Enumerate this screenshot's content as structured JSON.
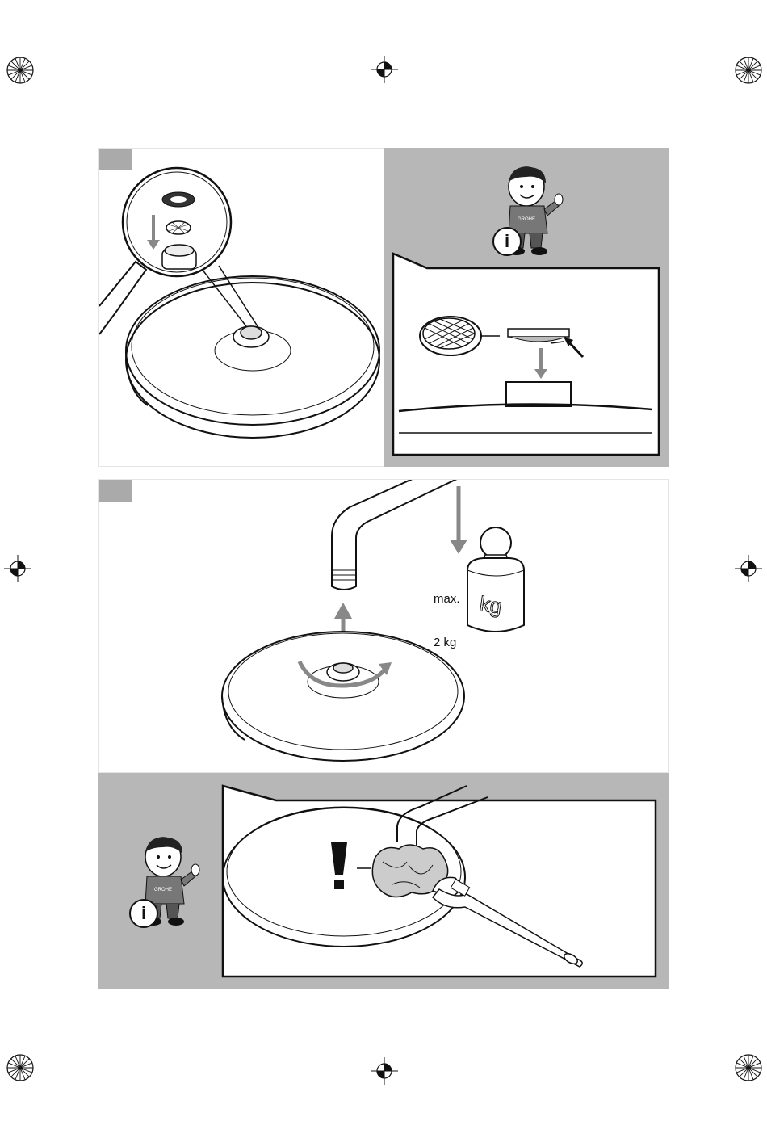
{
  "page": {
    "background": "#ffffff",
    "panel_grey": "#b7b7b7",
    "line_color": "#111111"
  },
  "weight": {
    "line1": "max.",
    "line2": "2 kg",
    "unit_on_weight": "kg"
  },
  "mascot": {
    "shirt_text": "GROHE",
    "info_symbol": "i"
  },
  "icons": [
    "registration-crosshair-icon",
    "starburst-registration-icon",
    "magnifier-icon",
    "info-icon",
    "exclamation-icon",
    "wrench-icon",
    "weight-icon",
    "arrow-icon"
  ]
}
